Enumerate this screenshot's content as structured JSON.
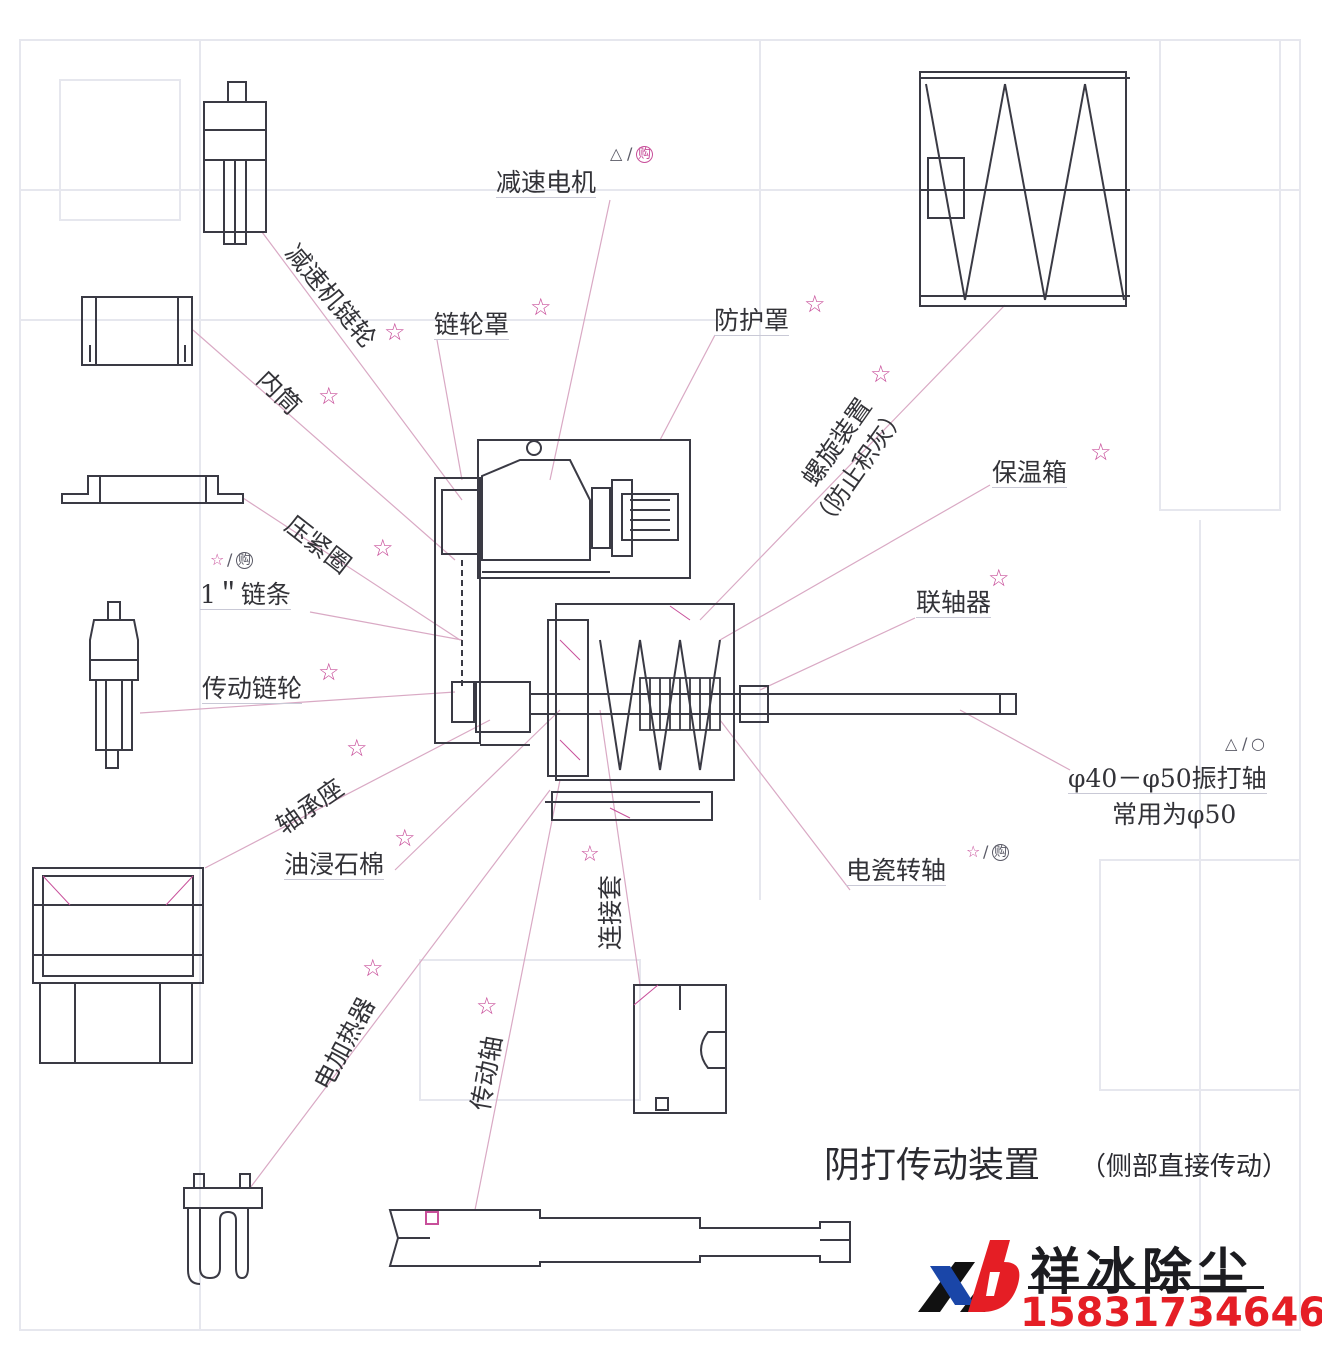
{
  "title": "阴打传动装置",
  "subtitle": "（侧部直接传动）",
  "brand": {
    "name": "祥冰除尘",
    "phone": "15831734646",
    "logo_color_red": "#e51e25",
    "logo_color_blue": "#1a46a8",
    "logo_color_black": "#111111"
  },
  "colors": {
    "leader_line": "#d9a9c4",
    "star": "#c84f9a",
    "drawing": "#3a3a44"
  },
  "labels": {
    "reducer_motor": "减速电机",
    "reducer_sprocket": "减速机链轮",
    "sprocket_cover": "链轮罩",
    "guard_cover": "防护罩",
    "inner_tube": "内筒",
    "spiral_device": "螺旋装置",
    "spiral_note": "（防止积灰）",
    "insulation_box": "保温箱",
    "gland_ring": "压紧圈",
    "chain": "1＂链条",
    "coupling": "联轴器",
    "drive_sprocket": "传动链轮",
    "bearing_seat": "轴承座",
    "rapping_shaft": "φ40－φ50振打轴",
    "rapping_shaft_note": "常用为φ50",
    "asbestos": "油浸石棉",
    "ceramic_shaft": "电瓷转轴",
    "connecting_sleeve": "连接套",
    "electric_heater": "电加热器",
    "drive_shaft": "传动轴"
  },
  "marks": {
    "star": "☆",
    "buy": "购",
    "triangle": "△",
    "slash": "/",
    "circle": "○"
  }
}
